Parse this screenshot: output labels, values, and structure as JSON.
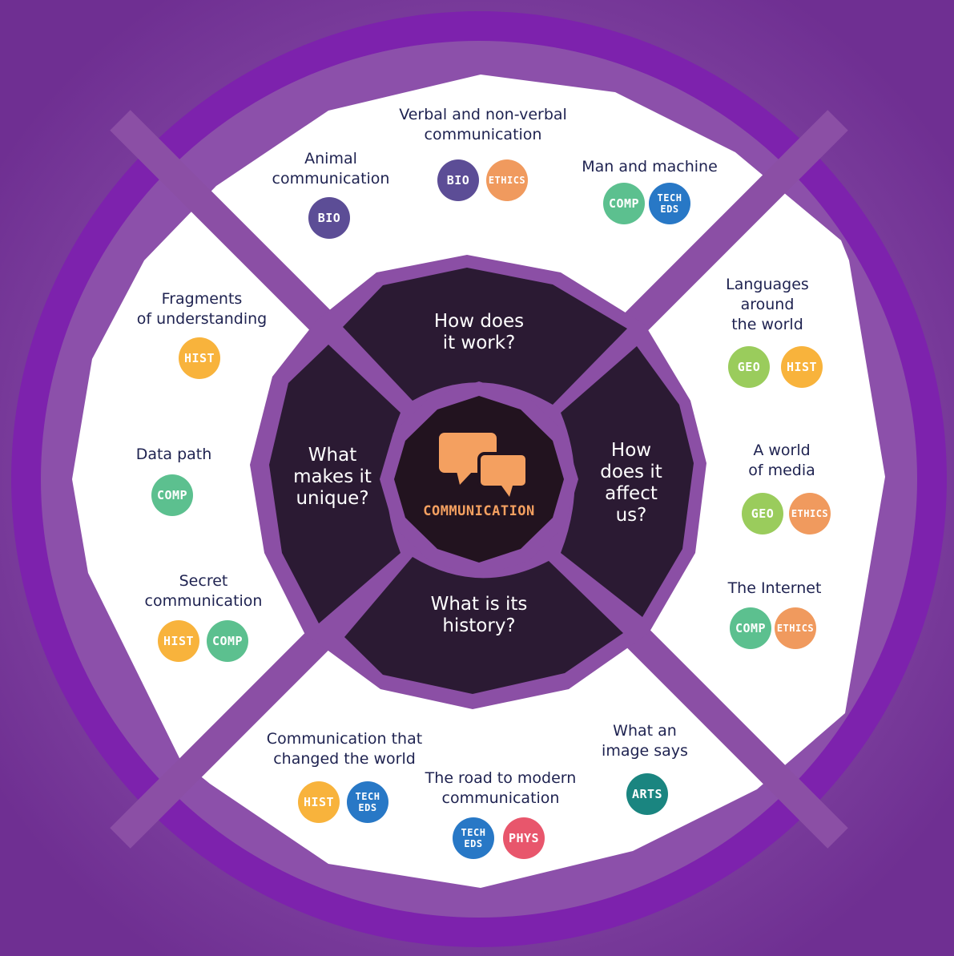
{
  "center": {
    "title": "COMMUNICATION",
    "icon": "speech-bubbles-icon"
  },
  "questions": {
    "top": "How does\nit work?",
    "right": "How\ndoes it\naffect\nus?",
    "bottom": "What is its\nhistory?",
    "left": "What\nmakes it\nunique?"
  },
  "topics": [
    {
      "label": "Animal\ncommunication",
      "badges": [
        "BIO"
      ]
    },
    {
      "label": "Verbal and non-verbal\ncommunication",
      "badges": [
        "BIO",
        "ETHICS"
      ]
    },
    {
      "label": "Man and machine",
      "badges": [
        "COMP",
        "TECH\nEDS"
      ]
    },
    {
      "label": "Languages\naround\nthe world",
      "badges": [
        "GEO",
        "HIST"
      ]
    },
    {
      "label": "A world\nof media",
      "badges": [
        "GEO",
        "ETHICS"
      ]
    },
    {
      "label": "The Internet",
      "badges": [
        "COMP",
        "ETHICS"
      ]
    },
    {
      "label": "What an\nimage says",
      "badges": [
        "ARTS"
      ]
    },
    {
      "label": "The road to modern\ncommunication",
      "badges": [
        "TECH\nEDS",
        "PHYS"
      ]
    },
    {
      "label": "Communication that\nchanged the world",
      "badges": [
        "HIST",
        "TECH\nEDS"
      ]
    },
    {
      "label": "Secret\ncommunication",
      "badges": [
        "HIST",
        "COMP"
      ]
    },
    {
      "label": "Data path",
      "badges": [
        "COMP"
      ]
    },
    {
      "label": "Fragments\nof understanding",
      "badges": [
        "HIST"
      ]
    }
  ],
  "colors": {
    "background": "#8a4ea8",
    "ring": "#7b22a8",
    "panel": "#ffffff",
    "separator": "#8b4fa5",
    "inner_sector": "#2a1a33",
    "label": "#1e2250",
    "subject_colors": {
      "BIO": "#5c4d96",
      "ETHICS": "#f09a5e",
      "COMP": "#5cc08f",
      "TECH EDS": "#2878c6",
      "GEO": "#9acc5c",
      "HIST": "#f8b33c",
      "ARTS": "#1a8580",
      "PHYS": "#e8566c"
    }
  }
}
